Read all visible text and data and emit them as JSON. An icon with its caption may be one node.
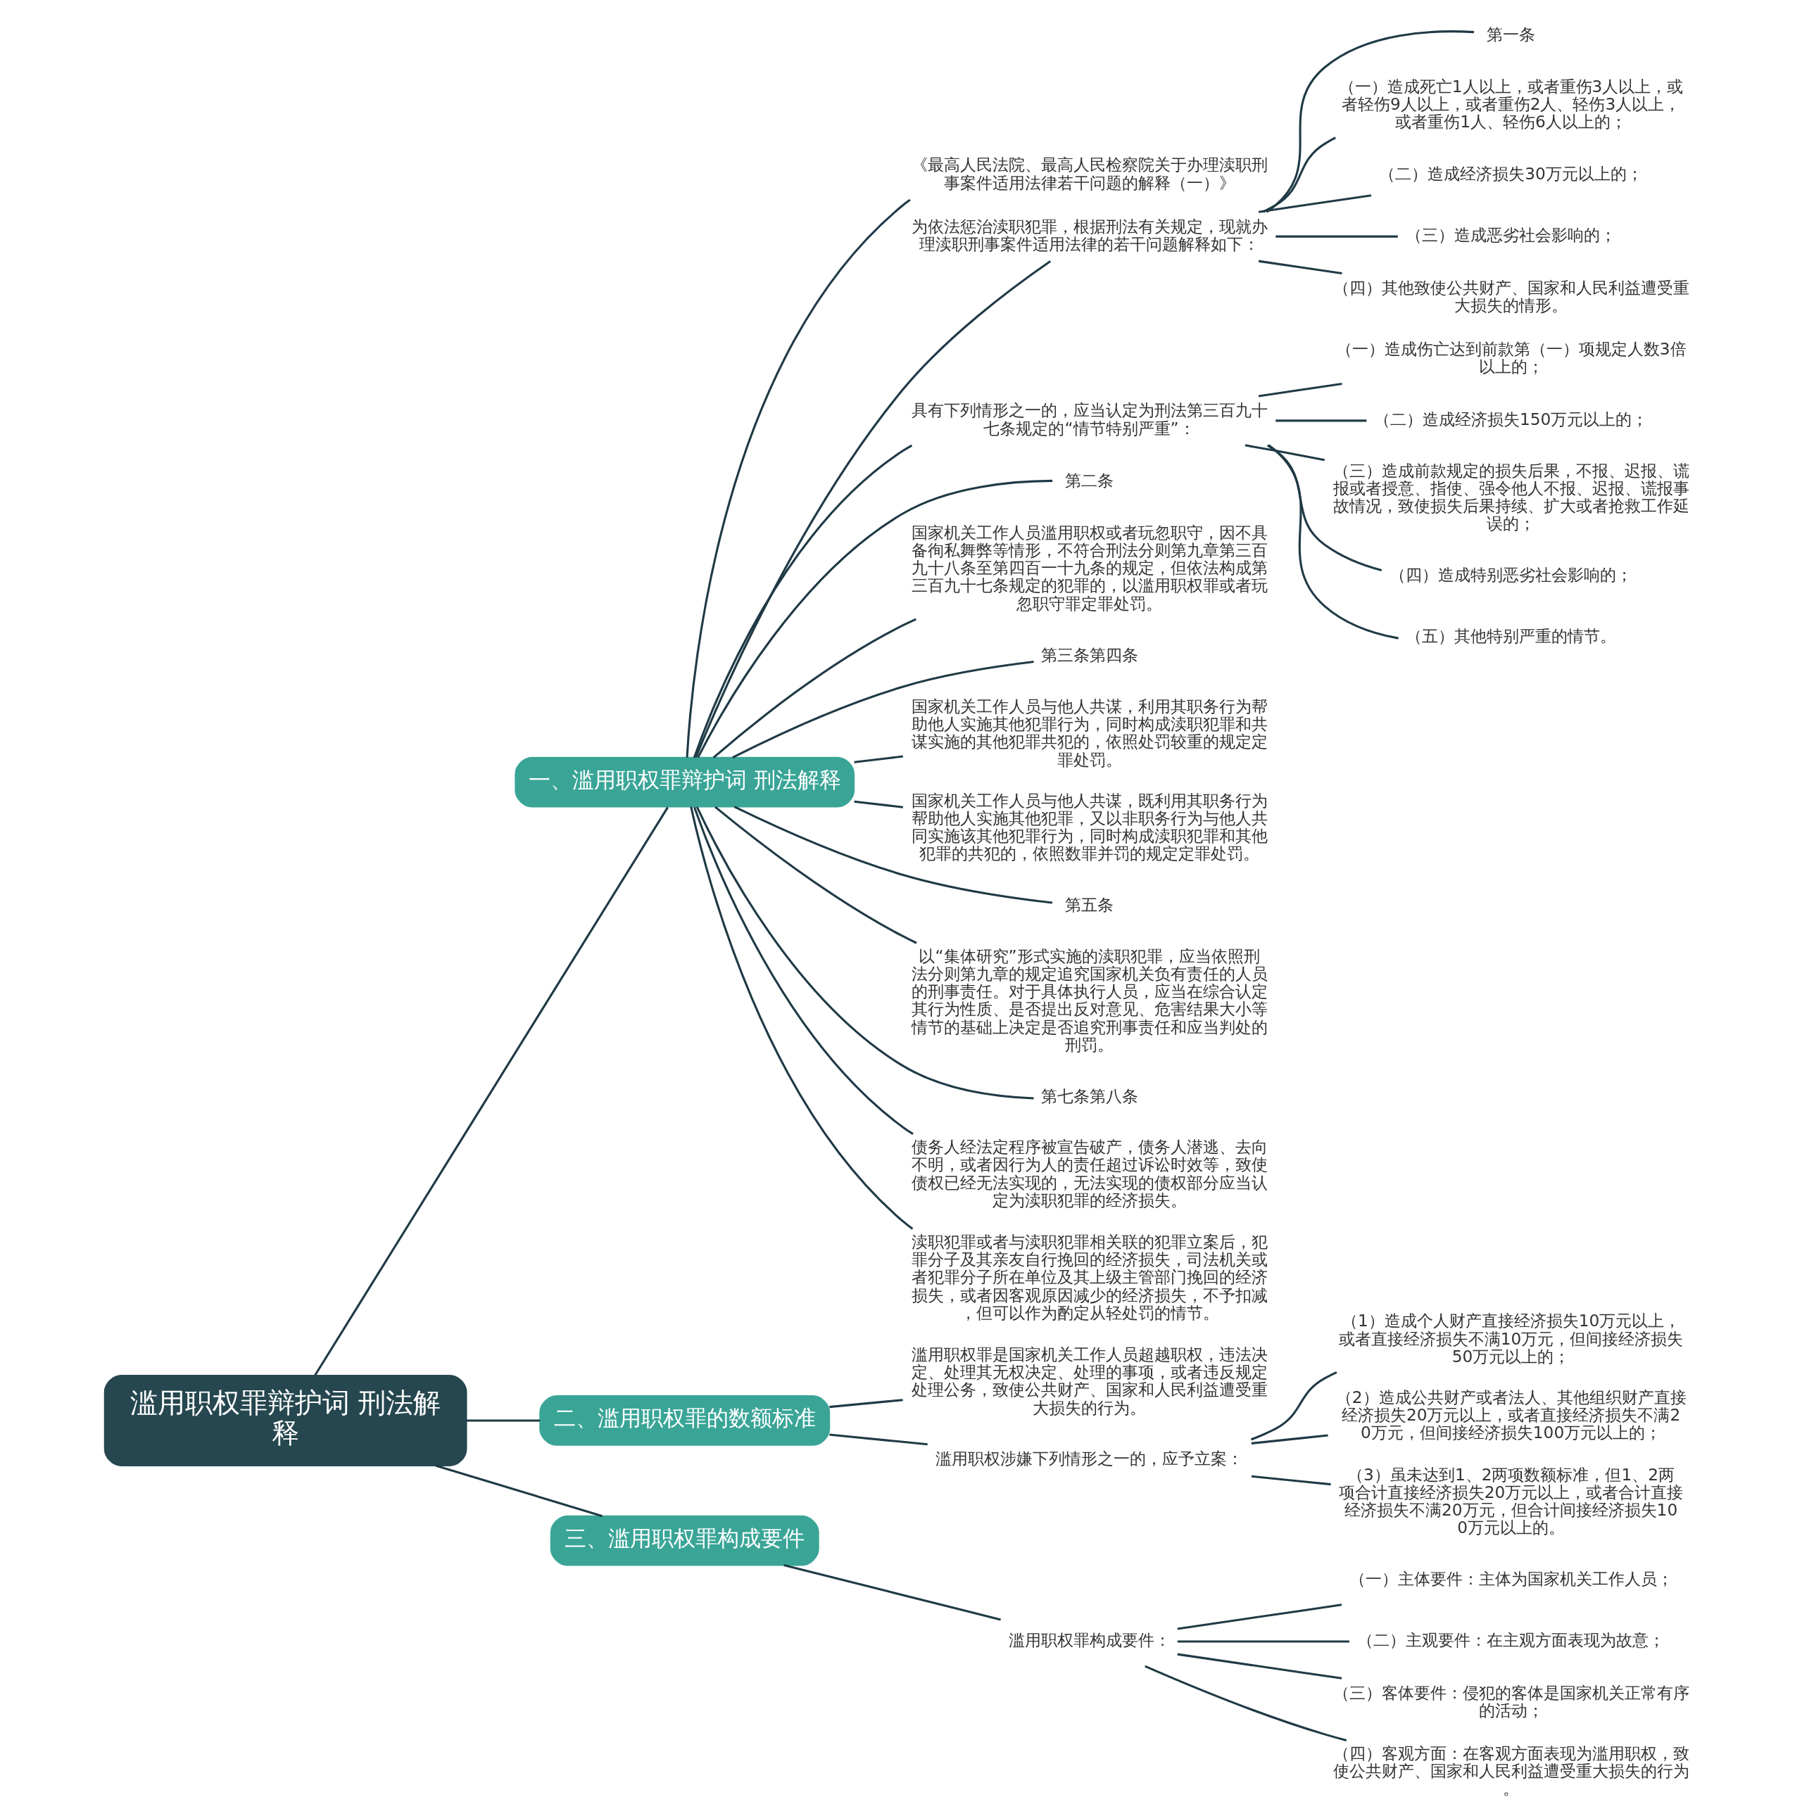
{
  "diagram": {
    "nodes": [
      {
        "text": [
          "滥用职权罪辩护词 刑法解释"
        ]
      },
      {
        "text": [
          "一、滥用职权罪辩护词 刑法解释"
        ]
      },
      {
        "text": [
          "《最高人民法院、最高人民检察院关于办理渎职刑事案件适用法律若干问题的解释（一）》"
        ]
      },
      {
        "text": [
          "为依法惩治渎职犯罪，根据刑法有关规定，现就办理渎职刑事案件适用法律的若干问题解释如下："
        ]
      },
      {
        "text": [
          "第一条"
        ]
      },
      {
        "text": [
          "（一）造成死亡1人以上，或者重伤3人以上，或者轻伤9人以上，或者重伤2人、轻伤3人以上，或者重伤1人、轻伤6人以上的；"
        ]
      },
      {
        "text": [
          "（二）造成经济损失30万元以上的；"
        ]
      },
      {
        "text": [
          "（三）造成恶劣社会影响的；"
        ]
      },
      {
        "text": [
          "（四）其他致使公共财产、国家和人民利益遭受重大损失的情形。"
        ]
      },
      {
        "text": [
          "具有下列情形之一的，应当认定为刑法第三百九十七条规定的“情节特别严重”："
        ]
      },
      {
        "text": [
          "（一）造成伤亡达到前款第（一）项规定人数3倍以上的；"
        ]
      },
      {
        "text": [
          "（二）造成经济损失150万元以上的；"
        ]
      },
      {
        "text": [
          "（三）造成前款规定的损失后果，不报、迟报、谎报或者授意、指使、强令他人不报、迟报、谎报事故情况，致使损失后果持续、扩大或者抢救工作延误的；"
        ]
      },
      {
        "text": [
          "（四）造成特别恶劣社会影响的；"
        ]
      },
      {
        "text": [
          "（五）其他特别严重的情节。"
        ]
      },
      {
        "text": [
          "第二条"
        ]
      },
      {
        "text": [
          "国家机关工作人员滥用职权或者玩忽职守，因不具备徇私舞弊等情形，不符合刑法分则第九章第三百九十八条至第四百一十九条的规定，但依法构成第三百九十七条规定的犯罪的，以滥用职权罪或者玩忽职守罪定罪处罚。"
        ]
      },
      {
        "text": [
          "第三条第四条"
        ]
      },
      {
        "text": [
          "国家机关工作人员与他人共谋，利用其职务行为帮助他人实施其他犯罪行为，同时构成渎职犯罪和共谋实施的其他犯罪共犯的，依照处罚较重的规定定罪处罚。"
        ]
      },
      {
        "text": [
          "国家机关工作人员与他人共谋，既利用其职务行为帮助他人实施其他犯罪，又以非职务行为与他人共同实施该其他犯罪行为，同时构成渎职犯罪和其他犯罪的共犯的，依照数罪并罚的规定定罪处罚。"
        ]
      },
      {
        "text": [
          "第五条"
        ]
      },
      {
        "text": [
          "以“集体研究”形式实施的渎职犯罪，应当依照刑法分则第九章的规定追究国家机关负有责任的人员的刑事责任。对于具体执行人员，应当在综合认定其行为性质、是否提出反对意见、危害结果大小等情节的基础上决定是否追究刑事责任和应当判处的刑罚。"
        ]
      },
      {
        "text": [
          "第七条第八条"
        ]
      },
      {
        "text": [
          "债务人经法定程序被宣告破产，债务人潜逃、去向不明，或者因行为人的责任超过诉讼时效等，致使债权已经无法实现的，无法实现的债权部分应当认定为渎职犯罪的经济损失。"
        ]
      },
      {
        "text": [
          "渎职犯罪或者与渎职犯罪相关联的犯罪立案后，犯罪分子及其亲友自行挽回的经济损失，司法机关或者犯罪分子所在单位及其上级主管部门挽回的经济损失，或者因客观原因减少的经济损失，不予扣减，但可以作为酌定从轻处罚的情节。"
        ]
      },
      {
        "text": [
          "二、滥用职权罪的数额标准"
        ]
      },
      {
        "text": [
          "滥用职权罪是国家机关工作人员超越职权，违法决定、处理其无权决定、处理的事项，或者违反规定处理公务，致使公共财产、国家和人民利益遭受重大损失的行为。"
        ]
      },
      {
        "text": [
          "滥用职权涉嫌下列情形之一的，应予立案："
        ]
      },
      {
        "text": [
          "（1）造成个人财产直接经济损失10万元以上，或者直接经济损失不满10万元，但间接经济损失50万元以上的；"
        ]
      },
      {
        "text": [
          "（2）造成公共财产或者法人、其他组织财产直接经济损失20万元以上，或者直接经济损失不满20万元，但间接经济损失100万元以上的；"
        ]
      },
      {
        "text": [
          "（3）虽未达到1、2两项数额标准，但1、2两项合计直接经济损失20万元以上，或者合计直接经济损失不满20万元，但合计间接经济损失100万元以上的。"
        ]
      },
      {
        "text": [
          "三、滥用职权罪构成要件"
        ]
      },
      {
        "text": [
          "滥用职权罪构成要件："
        ]
      },
      {
        "text": [
          "（一）主体要件：主体为国家机关工作人员；"
        ]
      },
      {
        "text": [
          "（二）主观要件：在主观方面表现为故意；"
        ]
      },
      {
        "text": [
          "（三）客体要件：侵犯的客体是国家机关正常有序的活动；"
        ]
      },
      {
        "text": [
          "（四）客观方面：在客观方面表现为滥用职权，致使公共财产、国家和人民利益遭受重大损失的行为。"
        ]
      }
    ],
    "edges": [
      {
        "from": 0,
        "to": 1,
        "arrow": "none"
      },
      {
        "from": 1,
        "to": 2,
        "arrow": "none"
      },
      {
        "from": 1,
        "to": 3,
        "arrow": "none"
      },
      {
        "from": 3,
        "to": 4,
        "arrow": "none"
      },
      {
        "from": 3,
        "to": 5,
        "arrow": "none"
      },
      {
        "from": 3,
        "to": 6,
        "arrow": "none"
      },
      {
        "from": 3,
        "to": 7,
        "arrow": "none"
      },
      {
        "from": 3,
        "to": 8,
        "arrow": "none"
      },
      {
        "from": 1,
        "to": 9,
        "arrow": "none"
      },
      {
        "from": 9,
        "to": 10,
        "arrow": "none"
      },
      {
        "from": 9,
        "to": 11,
        "arrow": "none"
      },
      {
        "from": 9,
        "to": 12,
        "arrow": "none"
      },
      {
        "from": 9,
        "to": 13,
        "arrow": "none"
      },
      {
        "from": 9,
        "to": 14,
        "arrow": "none"
      },
      {
        "from": 1,
        "to": 15,
        "arrow": "none"
      },
      {
        "from": 1,
        "to": 16,
        "arrow": "none"
      },
      {
        "from": 1,
        "to": 17,
        "arrow": "none"
      },
      {
        "from": 1,
        "to": 18,
        "arrow": "none"
      },
      {
        "from": 1,
        "to": 19,
        "arrow": "none"
      },
      {
        "from": 1,
        "to": 20,
        "arrow": "none"
      },
      {
        "from": 1,
        "to": 21,
        "arrow": "none"
      },
      {
        "from": 1,
        "to": 22,
        "arrow": "none"
      },
      {
        "from": 1,
        "to": 23,
        "arrow": "none"
      },
      {
        "from": 1,
        "to": 24,
        "arrow": "none"
      },
      {
        "from": 0,
        "to": 25,
        "arrow": "none"
      },
      {
        "from": 25,
        "to": 26,
        "arrow": "none"
      },
      {
        "from": 25,
        "to": 27,
        "arrow": "none"
      },
      {
        "from": 27,
        "to": 28,
        "arrow": "none"
      },
      {
        "from": 27,
        "to": 29,
        "arrow": "none"
      },
      {
        "from": 27,
        "to": 30,
        "arrow": "none"
      },
      {
        "from": 0,
        "to": 31,
        "arrow": "none"
      },
      {
        "from": 31,
        "to": 32,
        "arrow": "none"
      },
      {
        "from": 32,
        "to": 33,
        "arrow": "none"
      },
      {
        "from": 32,
        "to": 34,
        "arrow": "none"
      },
      {
        "from": 32,
        "to": 35,
        "arrow": "none"
      },
      {
        "from": 32,
        "to": 36,
        "arrow": "none"
      }
    ]
  }
}
